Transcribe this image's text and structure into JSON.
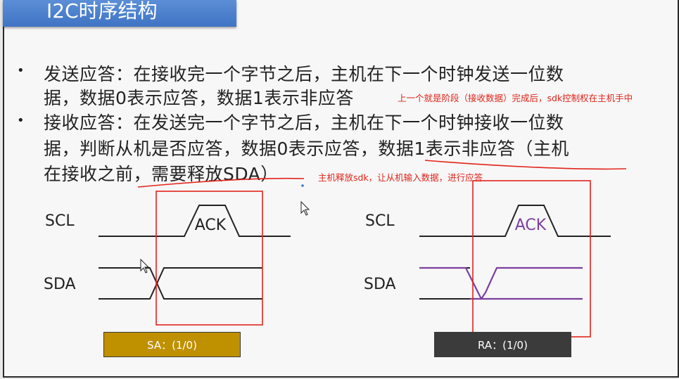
{
  "title": "I2C时序结构",
  "bullets": [
    {
      "lines": [
        "发送应答：在接收完一个字节之后，主机在下一个时钟发送一位数",
        "据，数据0表示应答，数据1表示非应答"
      ]
    },
    {
      "lines": [
        "接收应答：在发送完一个字节之后，主机在下一个时钟接收一位数",
        "据，判断从机是否应答，数据0表示应答，数据1表示非应答（主机",
        "在接收之前，需要释放SDA）"
      ]
    }
  ],
  "notes": {
    "note1": "上一个就是阶段（接收数据）完成后，sdk控制权在主机手中",
    "note2": "主机释放sdk，让从机输入数据，进行应答"
  },
  "diagrams": {
    "left": {
      "scl_label": "SCL",
      "sda_label": "SDA",
      "ack_label": "ACK",
      "badge": "SA：(1/0)"
    },
    "right": {
      "scl_label": "SCL",
      "sda_label": "SDA",
      "ack_label": "ACK",
      "badge": "RA：(1/0)"
    }
  },
  "colors": {
    "title_bar": "#4a80cf",
    "annotation_red": "#e2231a",
    "receive_purple": "#7b3fa0",
    "badge_sa": "#bf9000",
    "badge_ra": "#3b3b3b"
  }
}
